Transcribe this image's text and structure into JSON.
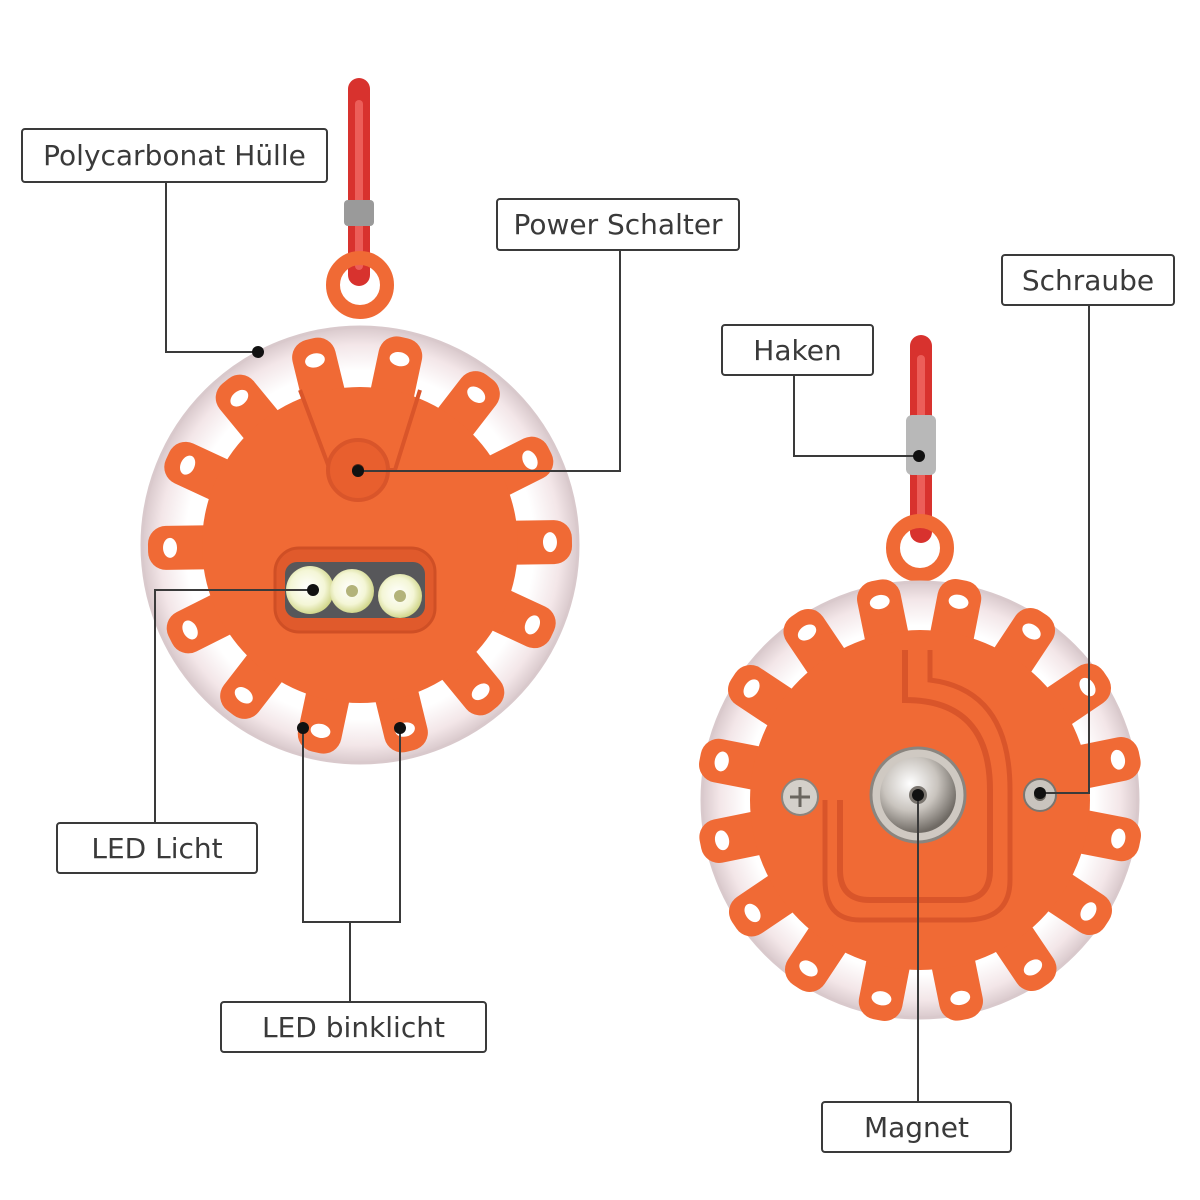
{
  "labels": {
    "housing": "Polycarbonat Hülle",
    "power_switch": "Power Schalter",
    "screw": "Schraube",
    "hook": "Haken",
    "led_light": "LED Licht",
    "led_flash": "LED binklicht",
    "magnet": "Magnet"
  },
  "colors": {
    "housing_orange": "#f06a35",
    "housing_orange_dark": "#d9552a",
    "carabiner_red": "#d8322e",
    "lens_clear": "#efe9ea",
    "leader_line": "#3a3a3a",
    "label_border": "#3a3a3a"
  }
}
